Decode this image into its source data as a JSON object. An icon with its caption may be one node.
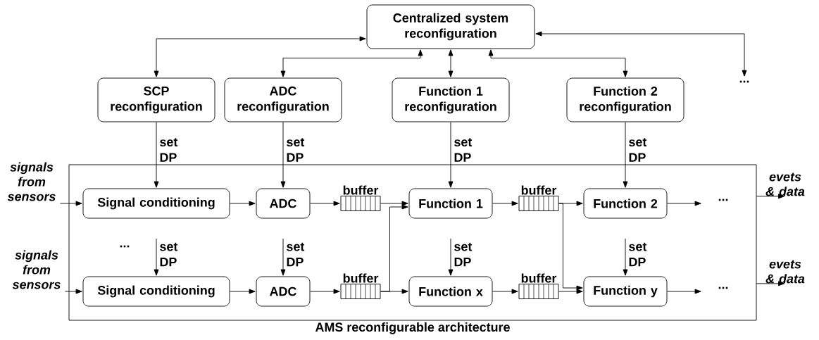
{
  "diagram": {
    "nodes": [
      {
        "text": [
          "Centralized system reconfiguration"
        ]
      },
      {
        "text": [
          "SCP reconfiguration"
        ]
      },
      {
        "text": [
          "ADC reconfiguration"
        ]
      },
      {
        "text": [
          "Function 1 reconfiguration"
        ]
      },
      {
        "text": [
          "Function 2 reconfiguration"
        ]
      },
      {
        "text": [
          "..."
        ]
      },
      {
        "text": [
          "AMS reconfigurable architecture"
        ]
      },
      {
        "text": [
          "Signal conditioning"
        ],
        "in": 6
      },
      {
        "text": [
          "ADC"
        ],
        "in": 6
      },
      {
        "text": [
          "buffer"
        ],
        "in": 6
      },
      {
        "text": [
          "Function 1"
        ],
        "in": 6
      },
      {
        "text": [
          "buffer"
        ],
        "in": 6
      },
      {
        "text": [
          "Function 2"
        ],
        "in": 6
      },
      {
        "text": [
          "..."
        ],
        "in": 6
      },
      {
        "text": [
          "Signal conditioning"
        ],
        "in": 6
      },
      {
        "text": [
          "ADC"
        ],
        "in": 6
      },
      {
        "text": [
          "buffer"
        ],
        "in": 6
      },
      {
        "text": [
          "Function x"
        ],
        "in": 6
      },
      {
        "text": [
          "buffer"
        ],
        "in": 6
      },
      {
        "text": [
          "Function y"
        ],
        "in": 6
      },
      {
        "text": [
          "..."
        ],
        "in": 6
      },
      {
        "text": [
          "signals from sensors"
        ]
      },
      {
        "text": [
          "evets & data"
        ]
      },
      {
        "text": [
          "signals from sensors"
        ]
      },
      {
        "text": [
          "evets & data"
        ]
      }
    ],
    "edges": [
      {
        "from": 0,
        "to": 1,
        "arrow": "both"
      },
      {
        "from": 0,
        "to": 2,
        "arrow": "both"
      },
      {
        "from": 0,
        "to": 3,
        "arrow": "both"
      },
      {
        "from": 0,
        "to": 4,
        "arrow": "both"
      },
      {
        "from": 0,
        "to": 5,
        "arrow": "both"
      },
      {
        "from": 1,
        "to": 7,
        "arrow": "to",
        "label": "set DP"
      },
      {
        "from": 2,
        "to": 8,
        "arrow": "to",
        "label": "set DP"
      },
      {
        "from": 3,
        "to": 10,
        "arrow": "to",
        "label": "set DP"
      },
      {
        "from": 4,
        "to": 12,
        "arrow": "to",
        "label": "set DP"
      },
      {
        "from": 21,
        "to": 7,
        "arrow": "to"
      },
      {
        "from": 7,
        "to": 8,
        "arrow": "to"
      },
      {
        "from": 8,
        "to": 9,
        "arrow": "to"
      },
      {
        "from": 9,
        "to": 10,
        "arrow": "to"
      },
      {
        "from": 10,
        "to": 11,
        "arrow": "to"
      },
      {
        "from": 11,
        "to": 12,
        "arrow": "to"
      },
      {
        "from": 12,
        "to": 13,
        "arrow": "to"
      },
      {
        "from": 6,
        "to": 22,
        "arrow": "to"
      },
      {
        "from": null,
        "to": 14,
        "arrow": "to",
        "label": "set DP"
      },
      {
        "from": null,
        "to": 15,
        "arrow": "to",
        "label": "set DP"
      },
      {
        "from": null,
        "to": 17,
        "arrow": "to",
        "label": "set DP"
      },
      {
        "from": null,
        "to": 19,
        "arrow": "to",
        "label": "set DP"
      },
      {
        "from": 23,
        "to": 14,
        "arrow": "to"
      },
      {
        "from": 14,
        "to": 15,
        "arrow": "to"
      },
      {
        "from": 15,
        "to": 16,
        "arrow": "to"
      },
      {
        "from": 16,
        "to": 17,
        "arrow": "to"
      },
      {
        "from": 16,
        "to": 10,
        "arrow": "to"
      },
      {
        "from": 17,
        "to": 18,
        "arrow": "to"
      },
      {
        "from": 18,
        "to": 19,
        "arrow": "to"
      },
      {
        "from": 11,
        "to": 19,
        "arrow": "to"
      },
      {
        "from": 19,
        "to": 20,
        "arrow": "to"
      },
      {
        "from": 6,
        "to": 24,
        "arrow": "to"
      }
    ],
    "labels": [
      "..."
    ]
  }
}
